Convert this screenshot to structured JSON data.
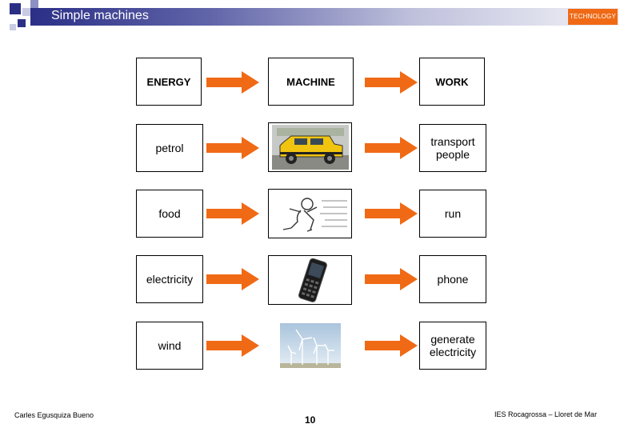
{
  "header": {
    "title": "Simple machines",
    "tag": "TECHNOLOGY",
    "bar_color": "#2b2f86",
    "tag_color": "#f06a16"
  },
  "columns": {
    "energy": "ENERGY",
    "machine": "MACHINE",
    "work": "WORK"
  },
  "rows": [
    {
      "energy": "petrol",
      "machine_icon": "yellow-jeep-image",
      "work": "transport people"
    },
    {
      "energy": "food",
      "machine_icon": "running-man-sketch",
      "work": "run"
    },
    {
      "energy": "electricity",
      "machine_icon": "mobile-phone-image",
      "work": "phone"
    },
    {
      "energy": "wind",
      "machine_icon": "wind-turbines-image",
      "work": "generate electricity"
    }
  ],
  "arrow_color": "#f06a16",
  "footer": {
    "author": "Carles Egusquiza Bueno",
    "page": "10",
    "school": "IES Rocagrossa – Lloret de Mar"
  }
}
